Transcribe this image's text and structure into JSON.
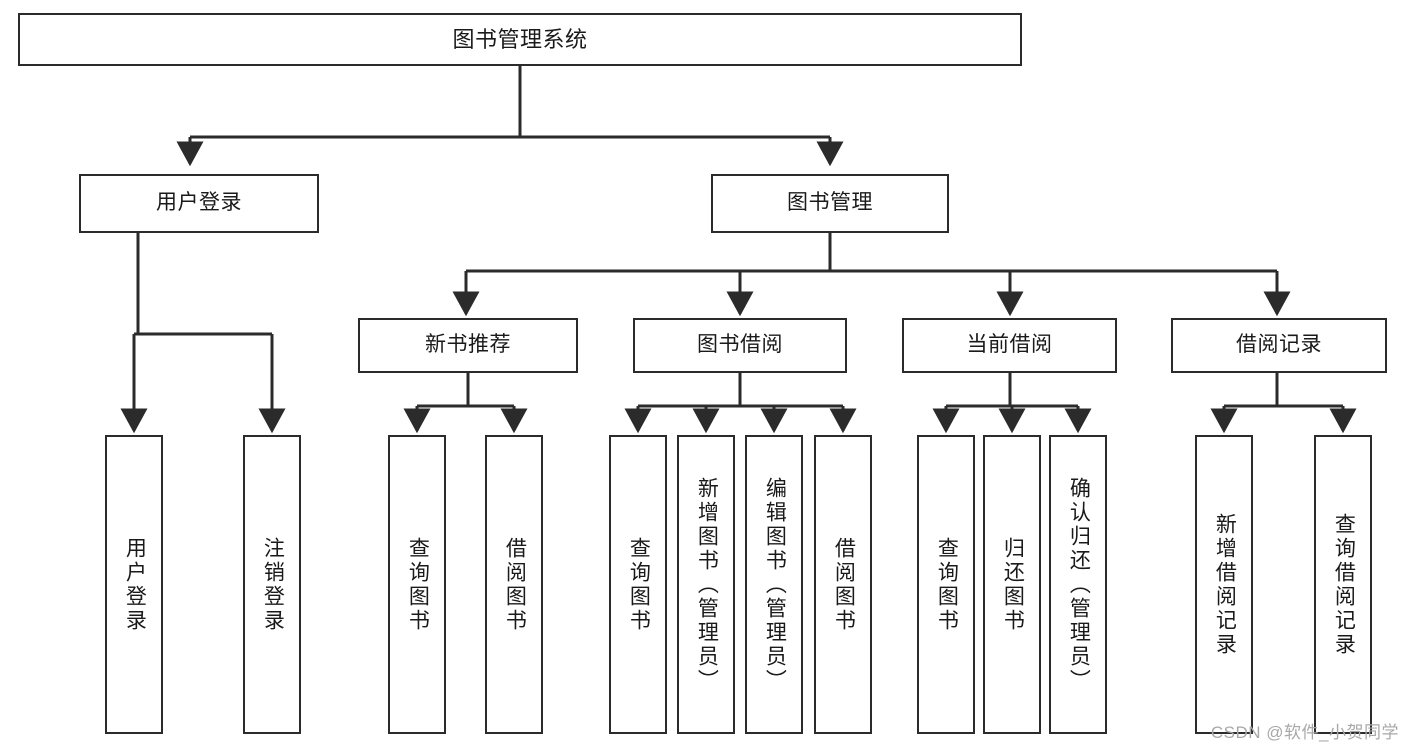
{
  "diagram": {
    "title": "图书管理系统",
    "type": "function-structure-tree",
    "colors": {
      "box_border": "#2b2b2b",
      "box_fill": "#ffffff",
      "edge": "#2b2b2b",
      "text": "#1a1a1a",
      "watermark": "#a8a8a8",
      "background": "#ffffff"
    },
    "nodes": {
      "root": {
        "label": "图书管理系统"
      },
      "level2": [
        {
          "id": "user-login",
          "label": "用户登录"
        },
        {
          "id": "book-manage",
          "label": "图书管理"
        }
      ],
      "level3": [
        {
          "id": "new-book-recommend",
          "label": "新书推荐"
        },
        {
          "id": "book-borrow",
          "label": "图书借阅"
        },
        {
          "id": "current-borrow",
          "label": "当前借阅"
        },
        {
          "id": "borrow-record",
          "label": "借阅记录"
        }
      ],
      "leaves": {
        "user-login": [
          {
            "id": "leaf-user-login",
            "label": "用户登录"
          },
          {
            "id": "leaf-logout-login",
            "label": "注销登录"
          }
        ],
        "new-book-recommend": [
          {
            "id": "leaf-query-book-1",
            "label": "查询图书"
          },
          {
            "id": "leaf-borrow-book-1",
            "label": "借阅图书"
          }
        ],
        "book-borrow": [
          {
            "id": "leaf-query-book-2",
            "label": "查询图书"
          },
          {
            "id": "leaf-add-book",
            "label": "新增图书（管理员）"
          },
          {
            "id": "leaf-edit-book",
            "label": "编辑图书（管理员）"
          },
          {
            "id": "leaf-borrow-book-2",
            "label": "借阅图书"
          }
        ],
        "current-borrow": [
          {
            "id": "leaf-query-book-3",
            "label": "查询图书"
          },
          {
            "id": "leaf-return-book",
            "label": "归还图书"
          },
          {
            "id": "leaf-confirm-return",
            "label": "确认归还（管理员）"
          }
        ],
        "borrow-record": [
          {
            "id": "leaf-add-record",
            "label": "新增借阅记录"
          },
          {
            "id": "leaf-query-record",
            "label": "查询借阅记录"
          }
        ]
      }
    },
    "watermark": "CSDN @软件_小贺同学"
  }
}
